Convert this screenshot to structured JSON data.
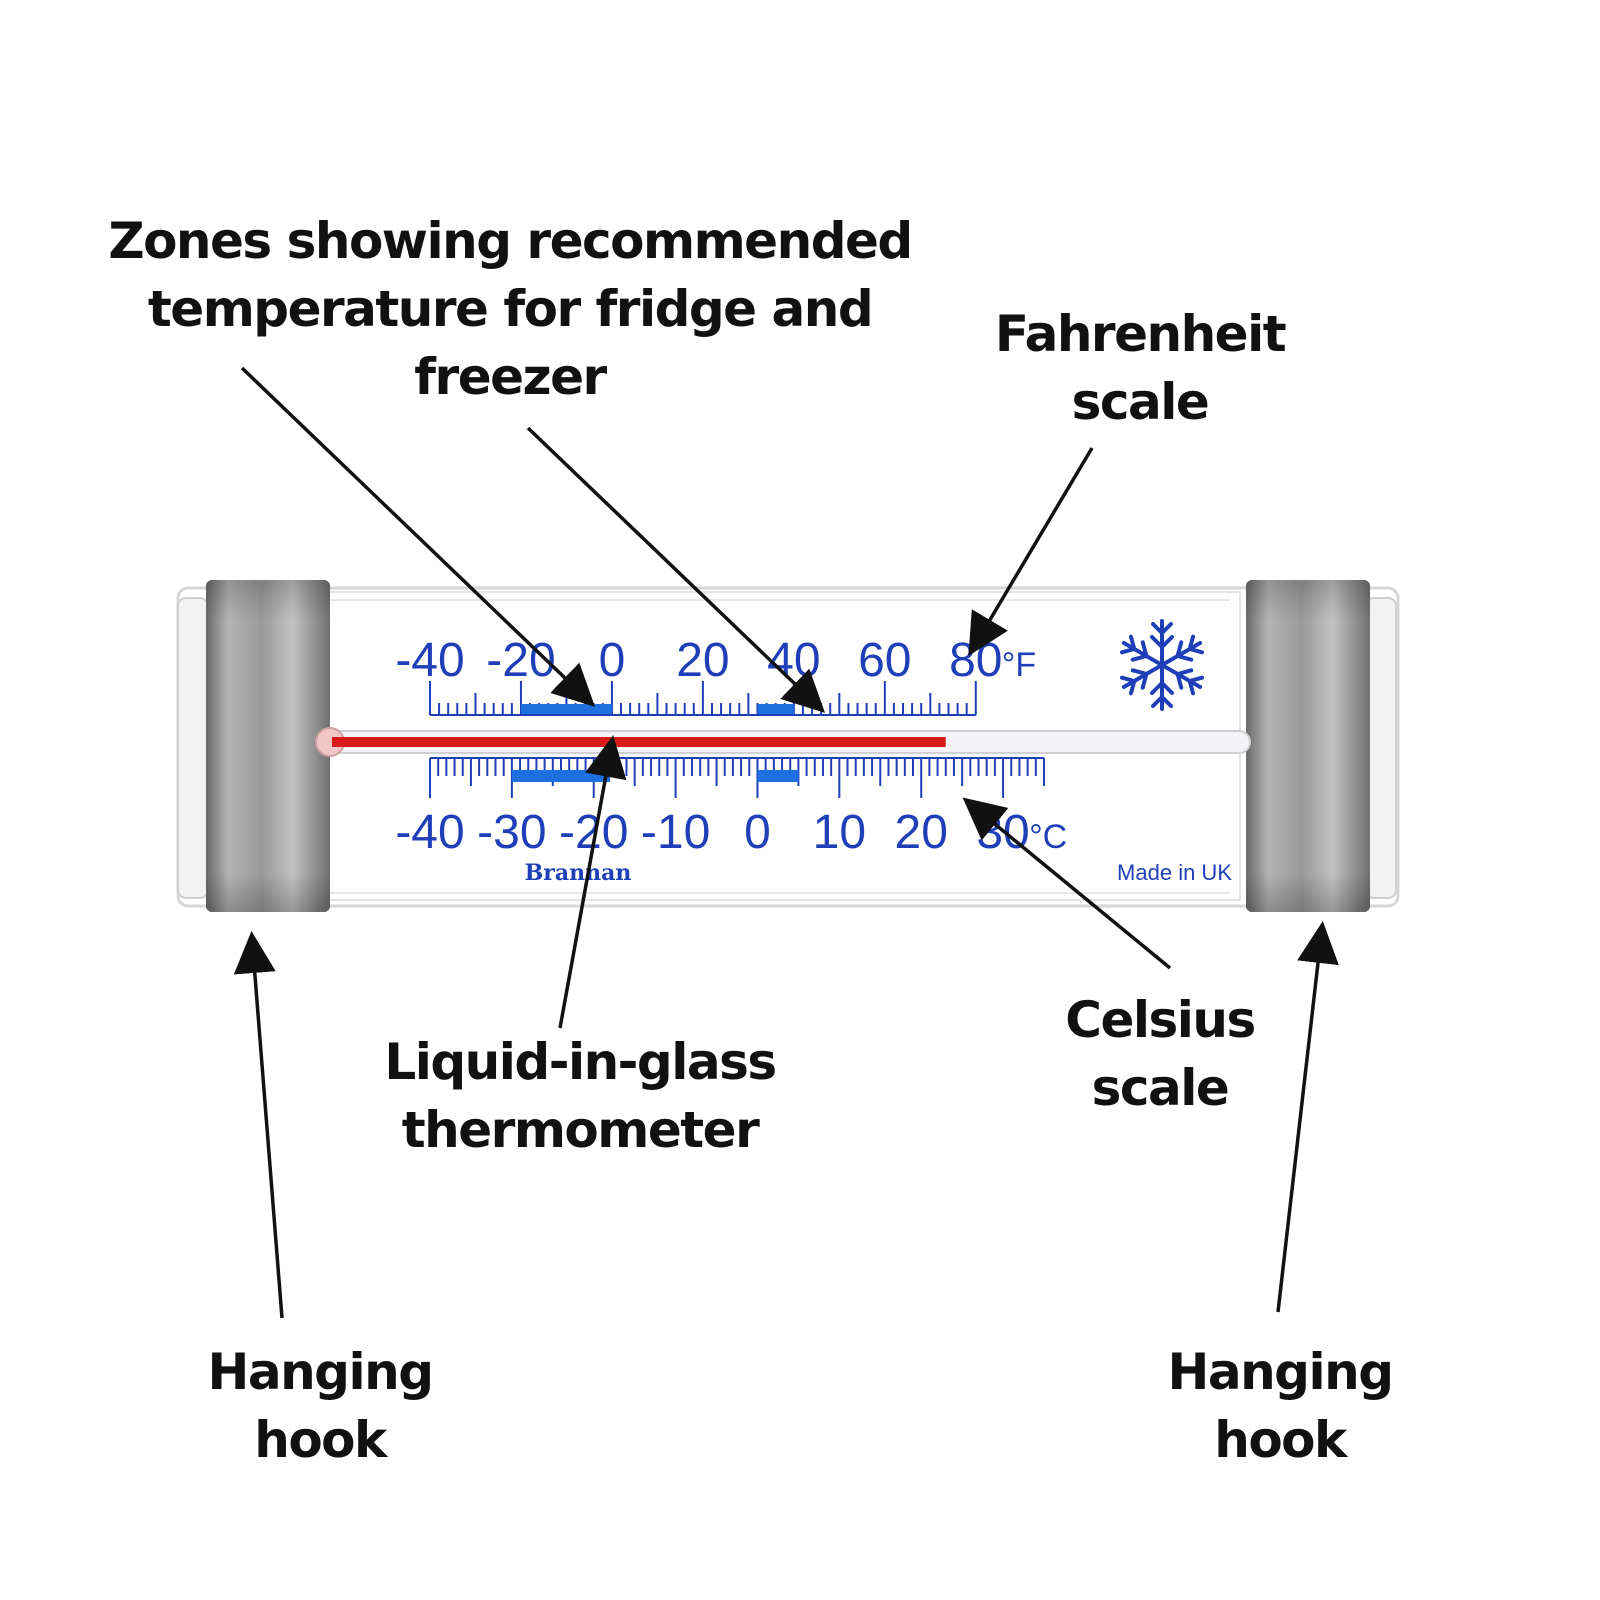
{
  "callouts": {
    "zones": {
      "line1": "Zones showing recommended",
      "line2": "temperature for fridge and",
      "line3": "freezer"
    },
    "fahrenheit": {
      "line1": "Fahrenheit",
      "line2": "scale"
    },
    "celsius": {
      "line1": "Celsius",
      "line2": "scale"
    },
    "liquid": {
      "line1": "Liquid-in-glass",
      "line2": "thermometer"
    },
    "hook_left": {
      "line1": "Hanging",
      "line2": "hook"
    },
    "hook_right": {
      "line1": "Hanging",
      "line2": "hook"
    }
  },
  "thermometer": {
    "fahrenheit_labels": [
      "-40",
      "-20",
      "0",
      "20",
      "40",
      "60",
      "80"
    ],
    "fahrenheit_unit": "°F",
    "celsius_labels": [
      "-40",
      "-30",
      "-20",
      "-10",
      "0",
      "10",
      "20",
      "30"
    ],
    "celsius_unit": "°C",
    "brand": "Brannan",
    "origin": "Made in UK",
    "snowflake_icon": "snowflake-icon",
    "reading_celsius": 23,
    "fahrenheit_range": [
      -40,
      80
    ],
    "celsius_range": [
      -40,
      35
    ],
    "zones_fahrenheit": [
      [
        -20,
        0
      ],
      [
        32,
        40
      ]
    ],
    "zones_celsius": [
      [
        -30,
        -18
      ],
      [
        0,
        5
      ]
    ]
  },
  "colors": {
    "scale_blue": "#1f3fb8",
    "zone_blue": "#1e6fe0",
    "liquid_red": "#d91a1a",
    "metal": "#8e8e8e"
  }
}
